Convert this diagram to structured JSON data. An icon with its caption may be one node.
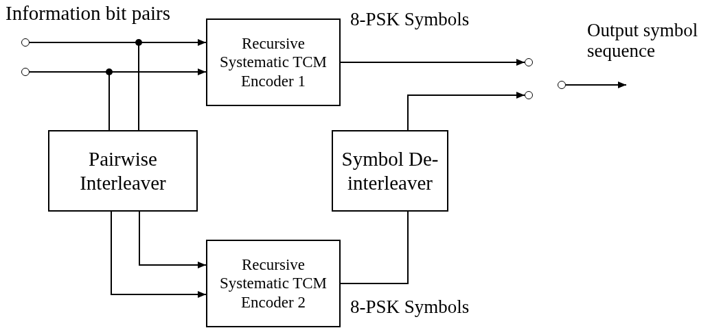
{
  "diagram": {
    "nodes": [
      {
        "text": [
          "Recursive Systematic TCM Encoder 1"
        ]
      },
      {
        "text": [
          "Pairwise Interleaver"
        ]
      },
      {
        "text": [
          "Symbol De-interleaver"
        ]
      },
      {
        "text": [
          "Recursive Systematic TCM Encoder 2"
        ]
      },
      {
        "text": [],
        "shape": "circle"
      },
      {
        "text": [],
        "shape": "circle"
      },
      {
        "text": [],
        "shape": "circle"
      },
      {
        "text": [],
        "shape": "circle"
      },
      {
        "text": [],
        "shape": "circle"
      }
    ],
    "edges": [
      {
        "from": 4,
        "to": 0,
        "arrow": "to"
      },
      {
        "from": 4,
        "to": 1,
        "arrow": "none"
      },
      {
        "from": 5,
        "to": 0,
        "arrow": "to"
      },
      {
        "from": 5,
        "to": 1,
        "arrow": "none"
      },
      {
        "from": 1,
        "to": 3,
        "arrow": "to"
      },
      {
        "from": 1,
        "to": 3,
        "arrow": "to"
      },
      {
        "from": 0,
        "to": 6,
        "arrow": "to"
      },
      {
        "from": 3,
        "to": 2,
        "arrow": "none"
      },
      {
        "from": 2,
        "to": 7,
        "arrow": "to"
      },
      {
        "from": 8,
        "to": null,
        "arrow": "to"
      }
    ],
    "labels": [
      "Information bit pairs",
      "8-PSK Symbols",
      "Output symbol sequence",
      "8-PSK Symbols"
    ]
  }
}
